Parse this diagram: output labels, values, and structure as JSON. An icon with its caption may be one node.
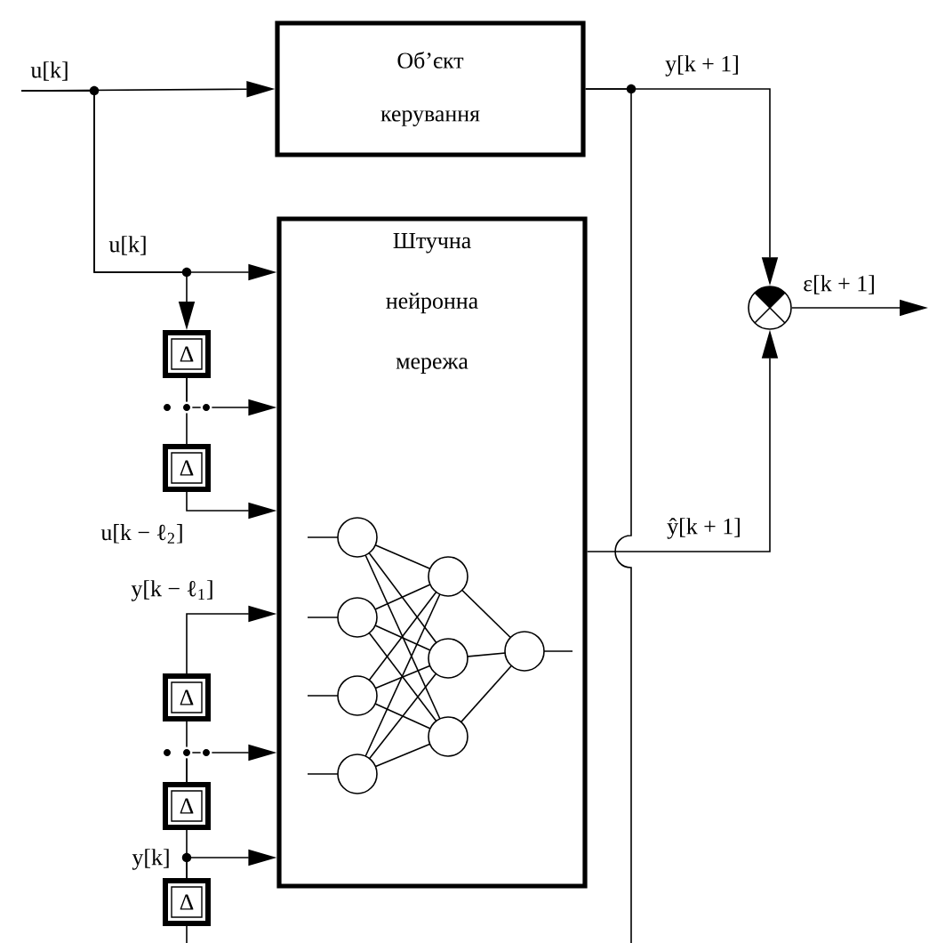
{
  "diagram": {
    "nodes": [
      {
        "text": [
          "Об’єкт керування"
        ]
      },
      {
        "text": [
          "Штучна нейронна мережа"
        ]
      },
      {
        "text": [
          "Δ"
        ]
      },
      {
        "text": [
          "Δ"
        ]
      },
      {
        "text": [
          "Δ"
        ]
      },
      {
        "text": [
          "Δ"
        ]
      },
      {
        "text": [
          "Δ"
        ]
      },
      {
        "text": [],
        "shape": "circle"
      }
    ],
    "edges": [
      {
        "from": null,
        "to": 0,
        "arrow": "to",
        "label": "u[k]"
      },
      {
        "from": null,
        "to": 1,
        "arrow": "to",
        "label": "u[k]"
      },
      {
        "from": null,
        "to": 2,
        "arrow": "to"
      },
      {
        "from": 2,
        "to": 3,
        "arrow": "none"
      },
      {
        "from": 2,
        "to": 1,
        "arrow": "to"
      },
      {
        "from": 3,
        "to": 1,
        "arrow": "to",
        "label": "u[k − ℓ$_{2}$]"
      },
      {
        "from": 0,
        "to": 7,
        "arrow": "to",
        "label": "y[k + 1]"
      },
      {
        "from": 0,
        "to": null,
        "arrow": "none"
      },
      {
        "from": 1,
        "to": 7,
        "arrow": "to",
        "label": "ŷ[k + 1]"
      },
      {
        "from": 7,
        "to": null,
        "arrow": "to",
        "label": "ε[k + 1]"
      },
      {
        "from": null,
        "to": 6,
        "arrow": "none"
      },
      {
        "from": 6,
        "to": 5,
        "arrow": "none"
      },
      {
        "from": 6,
        "to": 1,
        "arrow": "to",
        "label": "y[k]"
      },
      {
        "from": 5,
        "to": 4,
        "arrow": "none"
      },
      {
        "from": 5,
        "to": 1,
        "arrow": "to"
      },
      {
        "from": 4,
        "to": 1,
        "arrow": "to",
        "label": "y[k − ℓ$_{1}$]"
      }
    ]
  }
}
